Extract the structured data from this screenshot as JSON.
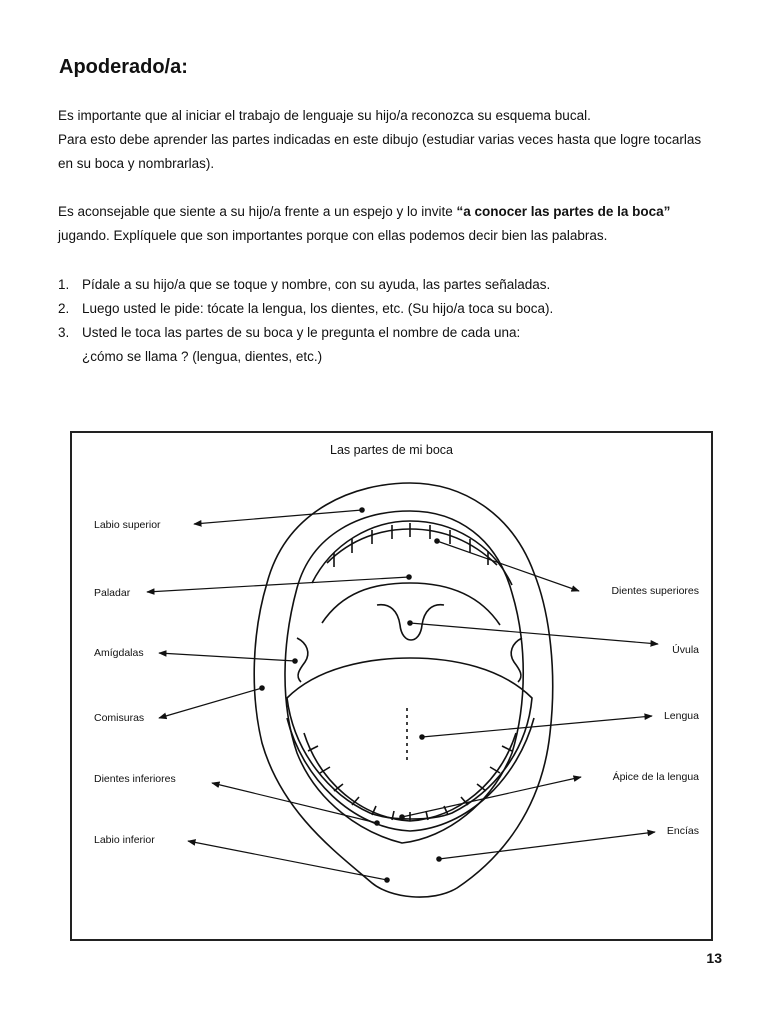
{
  "page": {
    "title": "Apoderado/a:",
    "paragraph1": {
      "line1": "Es importante que al iniciar el trabajo de lenguaje su hijo/a reconozca su esquema bucal.",
      "line2": "Para esto debe aprender las partes indicadas en este dibujo (estudiar varias veces hasta que logre tocarlas",
      "line3": "en su boca y nombrarlas)."
    },
    "paragraph2": {
      "lead": "Es aconsejable que siente a su hijo/a frente a un espejo y lo invite ",
      "emphasis": "“a conocer las partes de la boca”",
      "line2": "jugando. Explíquele que son importantes porque con ellas podemos decir bien las palabras."
    },
    "steps": [
      {
        "num": "1.",
        "text": "Pídale a su hijo/a que se toque y nombre, con su ayuda, las partes señaladas."
      },
      {
        "num": "2.",
        "text": "Luego usted le pide: tócate la lengua, los dientes, etc. (Su hijo/a toca su boca)."
      },
      {
        "num": "3.",
        "text": "Usted le toca las partes de su boca y le pregunta el nombre de cada una:",
        "text2": "¿cómo se llama ? (lengua, dientes, etc.)"
      }
    ],
    "page_number": "13"
  },
  "figure": {
    "title": "Las partes de mi boca",
    "left_labels": [
      "Labio superior",
      "Paladar",
      "Amígdalas",
      "Comisuras",
      "Dientes inferiores",
      "Labio inferior"
    ],
    "right_labels": [
      "Dientes superiores",
      "Úvula",
      "Lengua",
      "Ápice de la lengua",
      "Encías"
    ]
  }
}
